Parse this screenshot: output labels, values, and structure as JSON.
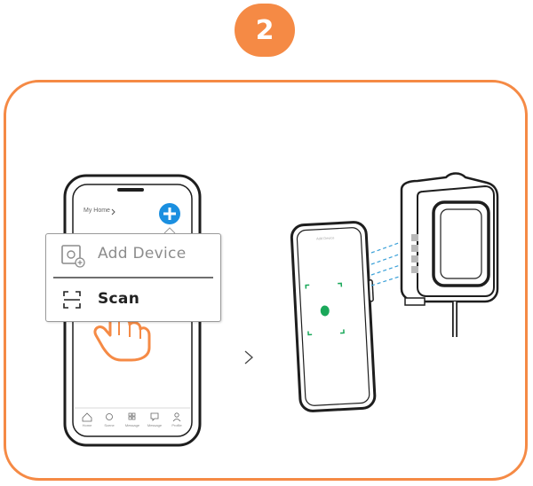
{
  "step": {
    "number": "2"
  },
  "colors": {
    "accent": "#f58a45",
    "plus": "#1a8fe0",
    "scan_dot": "#1aa85a",
    "beam": "#3aa0d8"
  },
  "app": {
    "home_title": "My Home",
    "home_chevron_icon": "chevron-right-icon",
    "add_button_icon": "plus-circle-icon"
  },
  "menu": {
    "items": [
      {
        "label": "Add Device",
        "icon": "add-device-icon"
      },
      {
        "label": "Scan",
        "icon": "scan-frame-icon"
      }
    ]
  },
  "tabbar": {
    "tabs": [
      {
        "label": "Home",
        "icon": "home-icon"
      },
      {
        "label": "Scene",
        "icon": "scene-icon"
      },
      {
        "label": "Message",
        "icon": "grid-icon"
      },
      {
        "label": "Message",
        "icon": "chat-icon"
      },
      {
        "label": "Profile",
        "icon": "profile-icon"
      }
    ]
  },
  "scan_screen": {
    "title": "Add Device"
  },
  "arrow_icon": "chevron-right-icon"
}
